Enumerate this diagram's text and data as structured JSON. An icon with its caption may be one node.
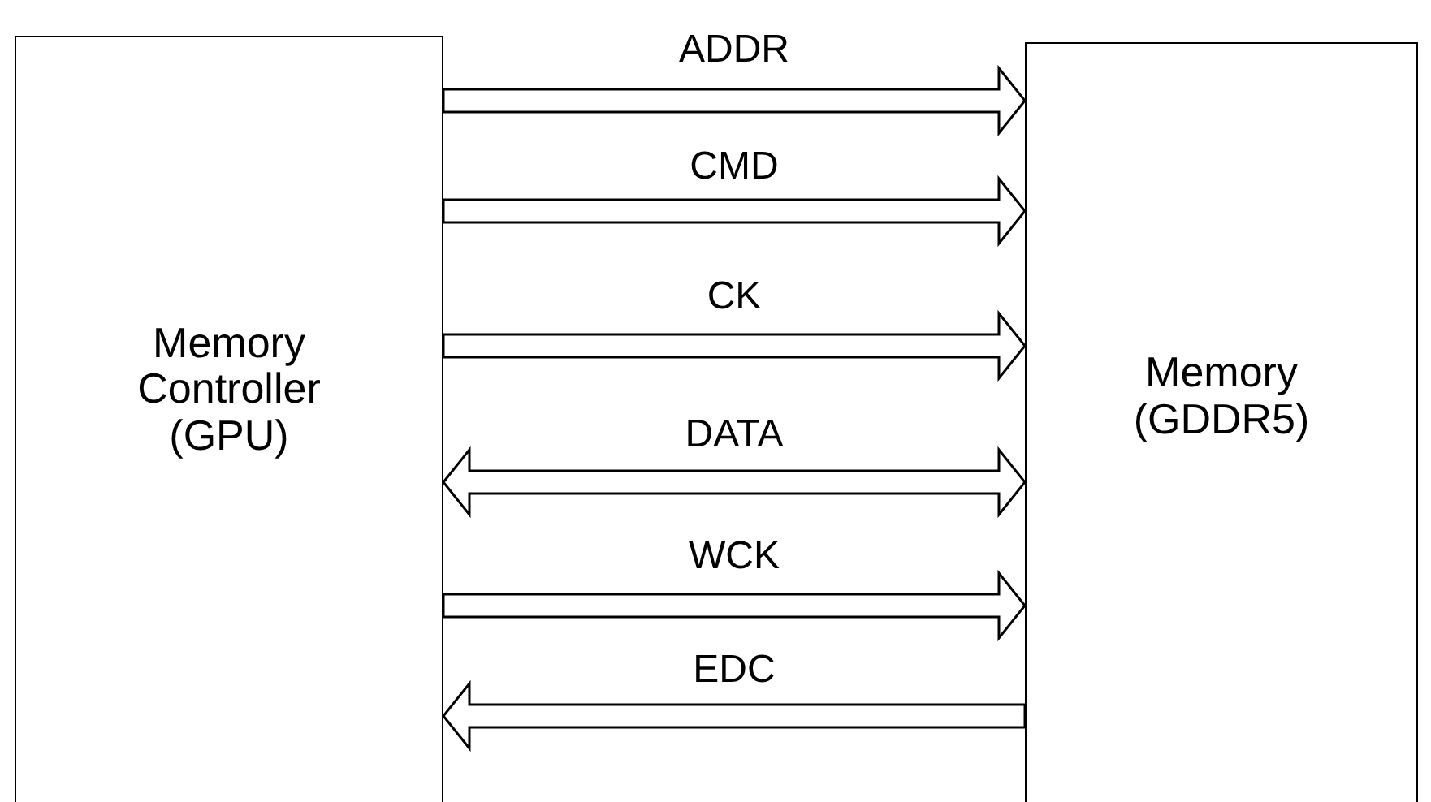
{
  "diagram": {
    "nodes": [
      {
        "text": [
          "Memory Controller (GPU)"
        ]
      },
      {
        "text": [
          "Memory (GDDR5)"
        ]
      }
    ],
    "edges": [
      {
        "from": 0,
        "to": 1,
        "arrow": "to",
        "label": "ADDR"
      },
      {
        "from": 0,
        "to": 1,
        "arrow": "to",
        "label": "CMD"
      },
      {
        "from": 0,
        "to": 1,
        "arrow": "to",
        "label": "CK"
      },
      {
        "from": 0,
        "to": 1,
        "arrow": "both",
        "label": "DATA"
      },
      {
        "from": 0,
        "to": 1,
        "arrow": "to",
        "label": "WCK"
      },
      {
        "from": 1,
        "to": 0,
        "arrow": "to",
        "label": "EDC"
      }
    ]
  }
}
